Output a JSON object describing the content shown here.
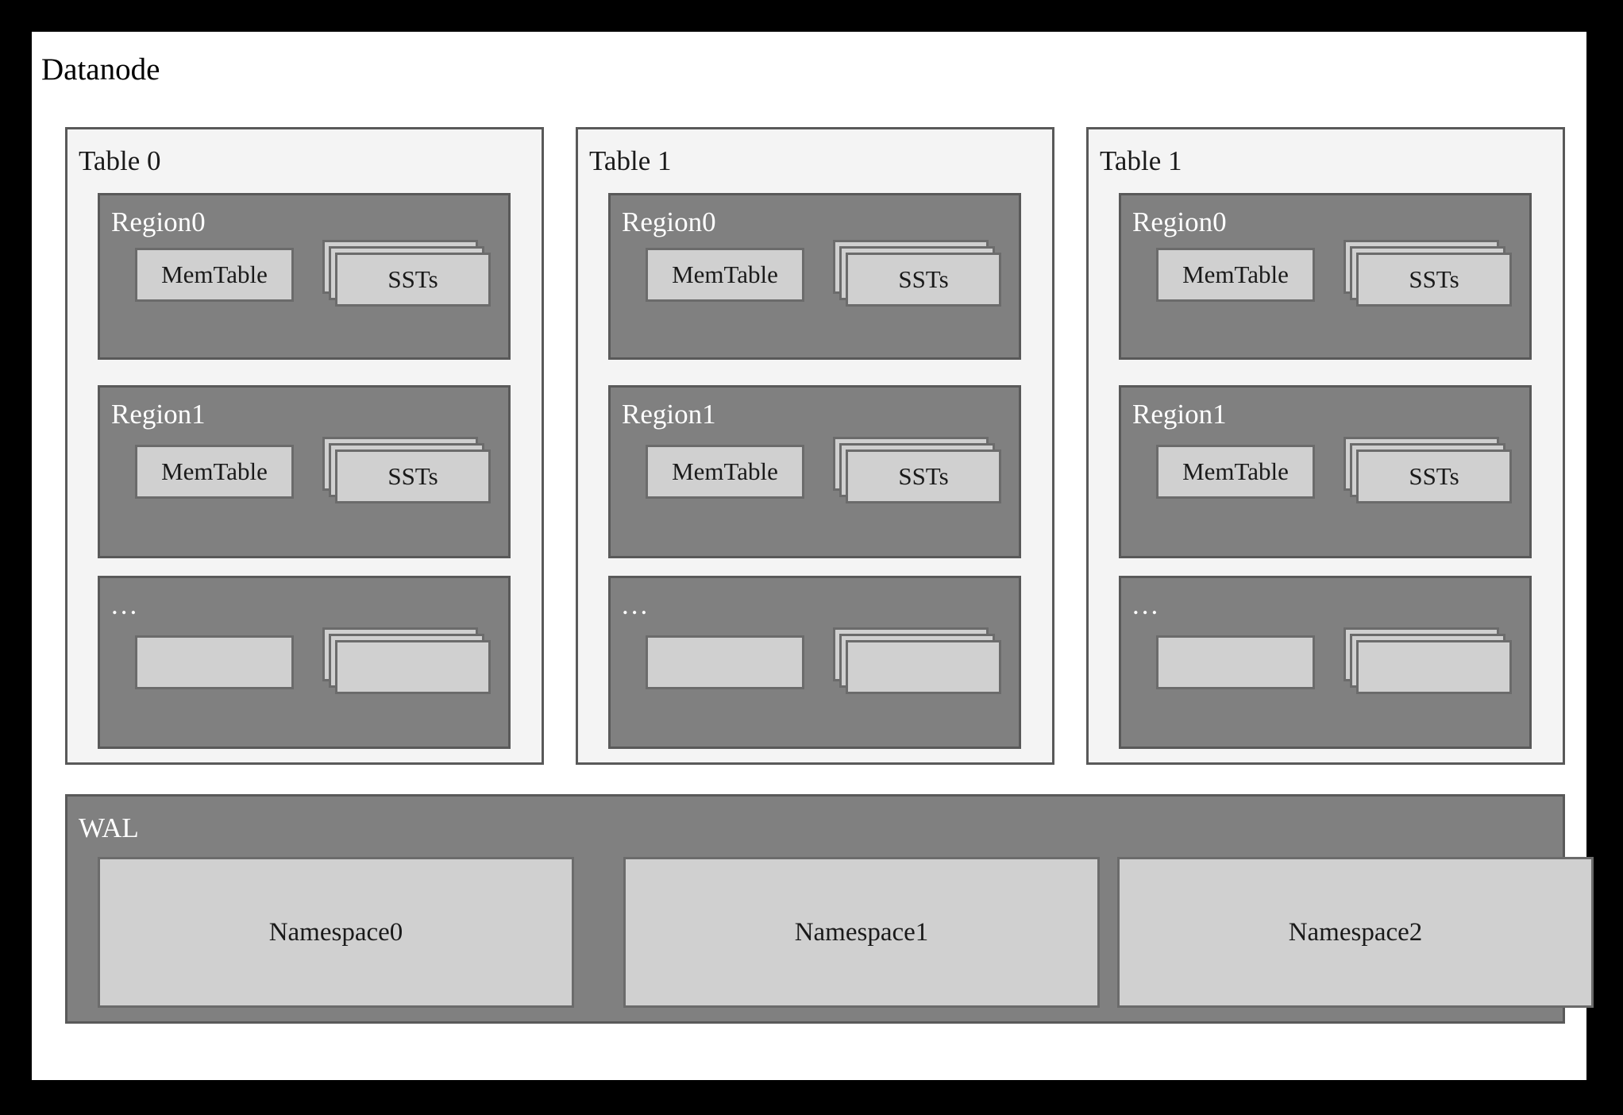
{
  "diagram": {
    "title": "Datanode",
    "colors": {
      "page_border": "#000000",
      "canvas": "#ffffff",
      "table_panel_fill": "#f4f4f4",
      "table_panel_border": "#595959",
      "region_fill": "#808080",
      "region_border": "#595959",
      "leaf_fill": "#d0d0d0",
      "leaf_border": "#6b6b6b",
      "dark_text": "#1a1a1a",
      "light_text": "#ffffff"
    },
    "tables": [
      {
        "label": "Table 0",
        "regions": [
          {
            "label": "Region0",
            "memtable": "MemTable",
            "sst": "SSTs",
            "sst_layers": 3
          },
          {
            "label": "Region1",
            "memtable": "MemTable",
            "sst": "SSTs",
            "sst_layers": 3
          },
          {
            "label": "...",
            "memtable": "",
            "sst": "",
            "sst_layers": 3
          }
        ]
      },
      {
        "label": "Table 1",
        "regions": [
          {
            "label": "Region0",
            "memtable": "MemTable",
            "sst": "SSTs",
            "sst_layers": 3
          },
          {
            "label": "Region1",
            "memtable": "MemTable",
            "sst": "SSTs",
            "sst_layers": 3
          },
          {
            "label": "...",
            "memtable": "",
            "sst": "",
            "sst_layers": 3
          }
        ]
      },
      {
        "label": "Table 1",
        "regions": [
          {
            "label": "Region0",
            "memtable": "MemTable",
            "sst": "SSTs",
            "sst_layers": 3
          },
          {
            "label": "Region1",
            "memtable": "MemTable",
            "sst": "SSTs",
            "sst_layers": 3
          },
          {
            "label": "...",
            "memtable": "",
            "sst": "",
            "sst_layers": 3
          }
        ]
      }
    ],
    "wal": {
      "label": "WAL",
      "namespaces": [
        {
          "label": "Namespace0"
        },
        {
          "label": "Namespace1"
        },
        {
          "label": "Namespace2"
        }
      ]
    }
  }
}
